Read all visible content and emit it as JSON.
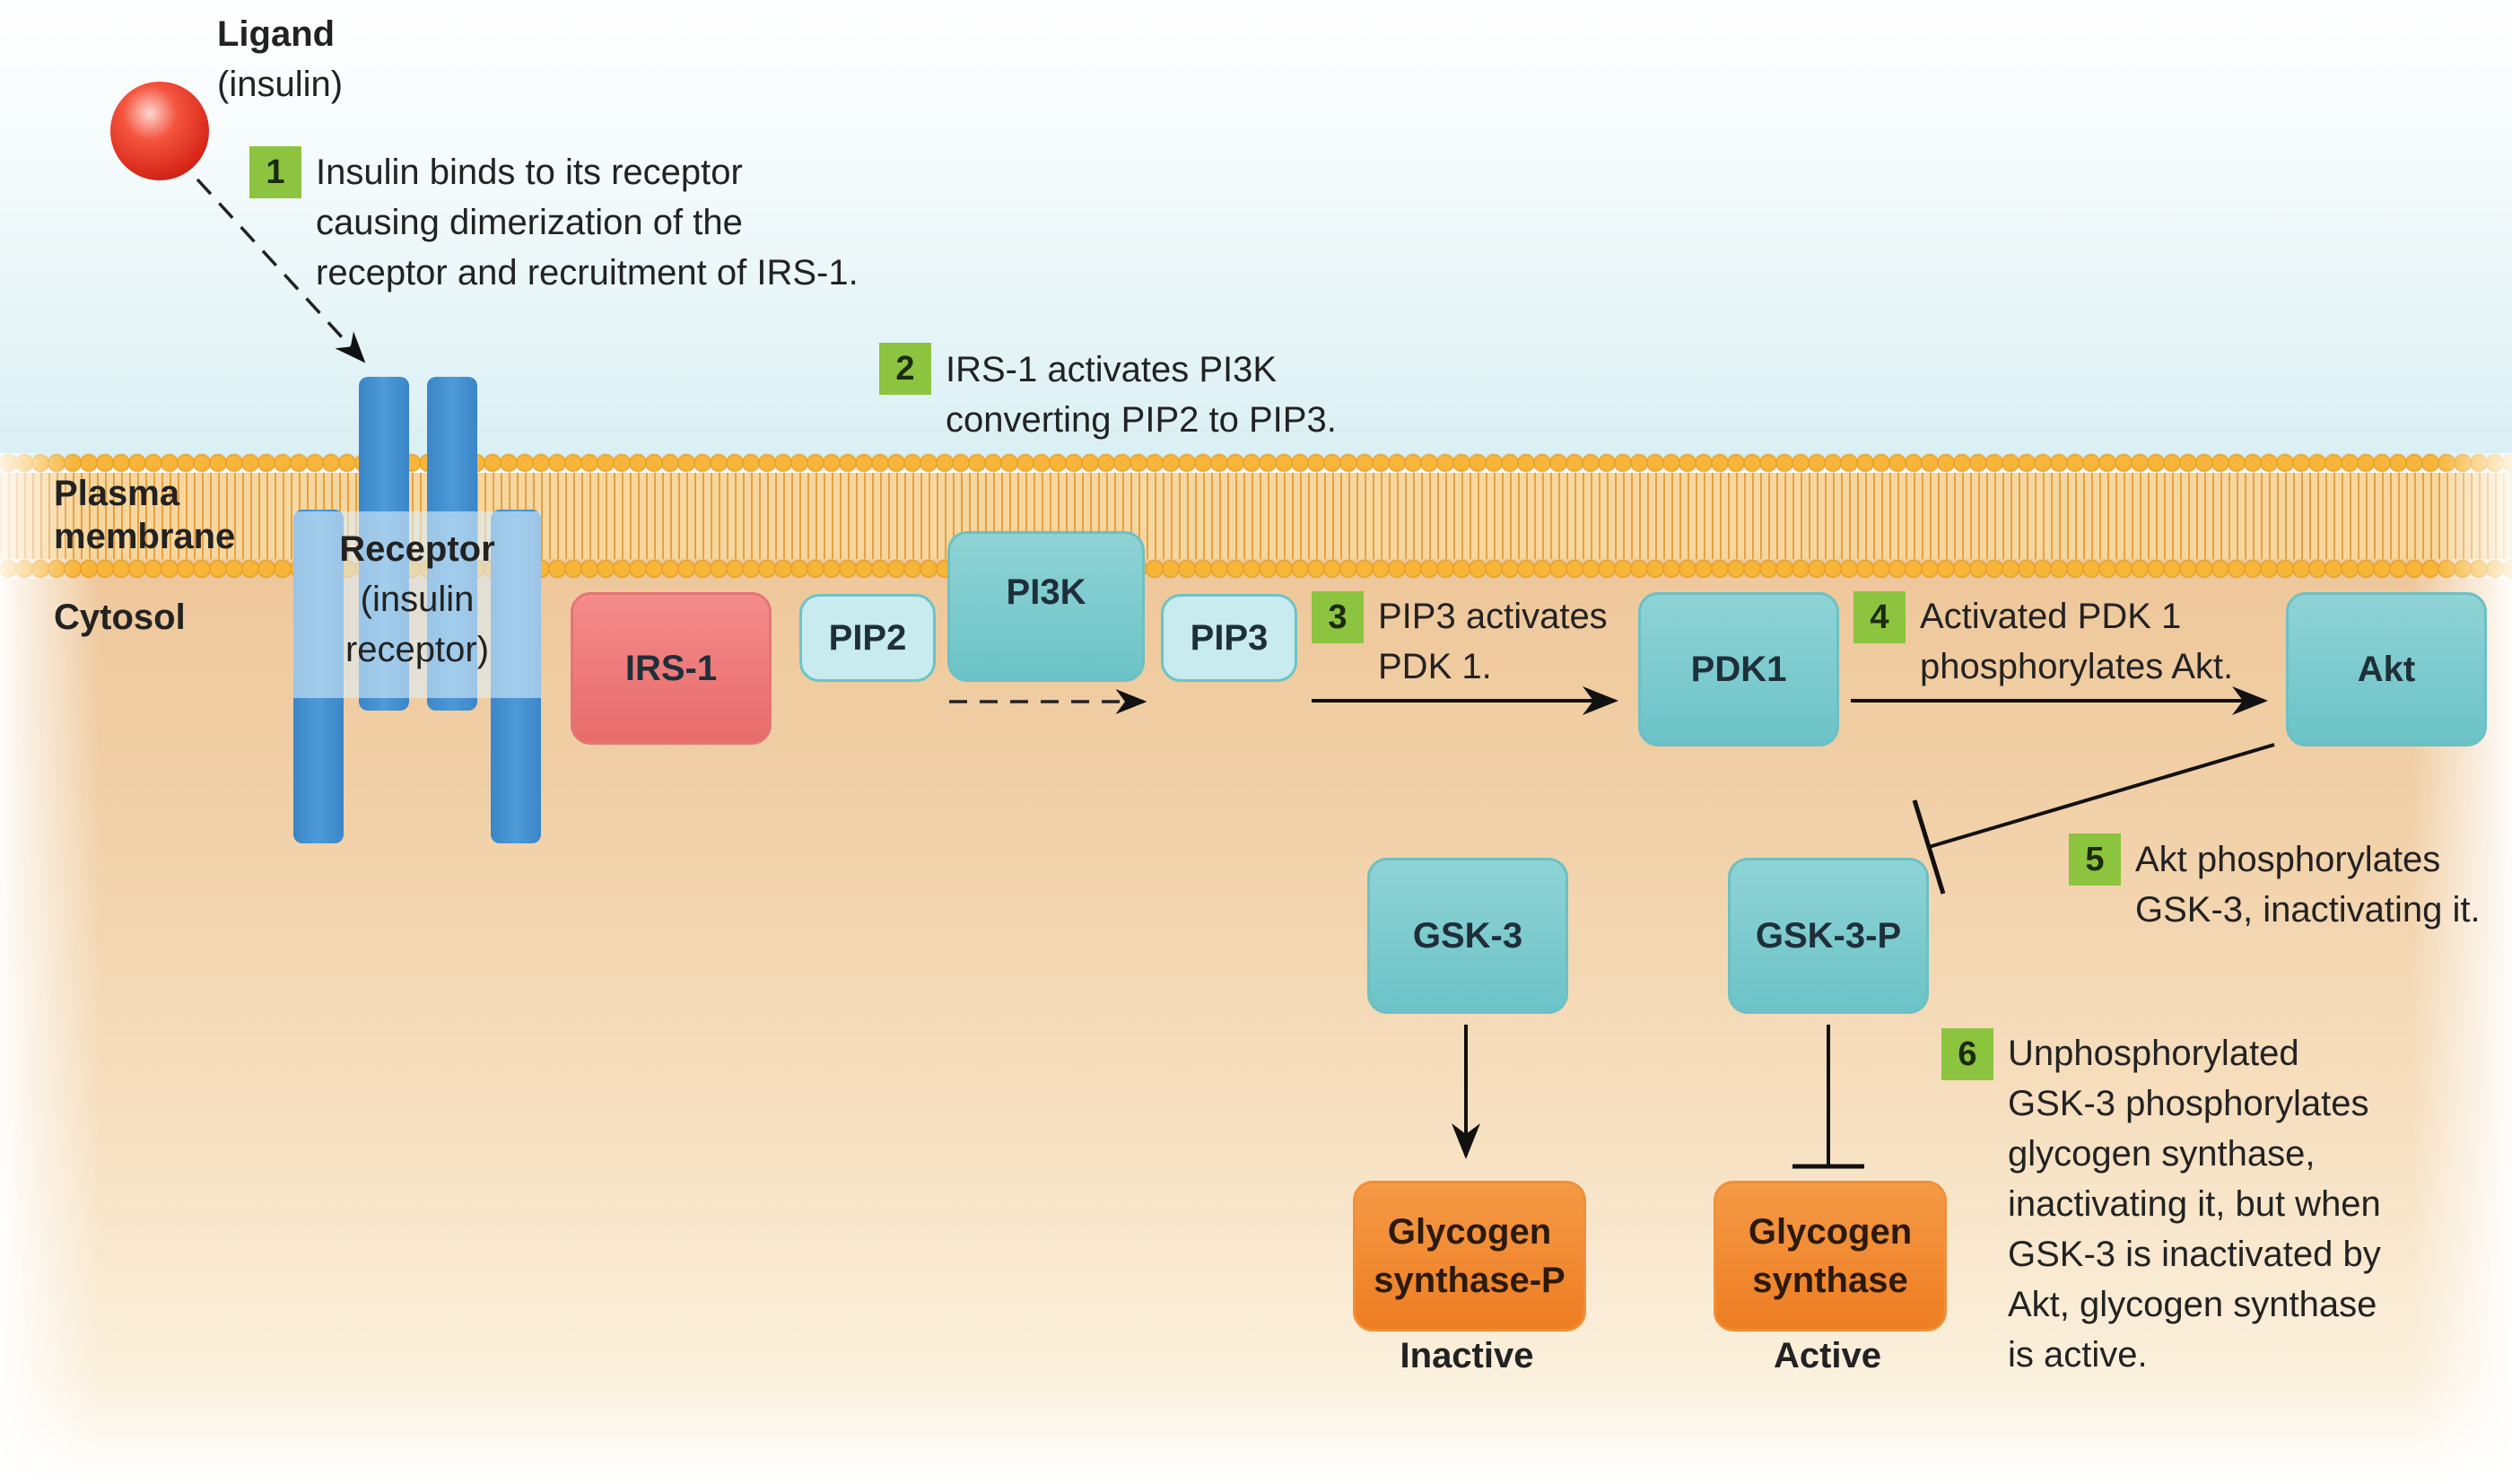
{
  "labels": {
    "ligand": "Ligand",
    "ligand_sub": "(insulin)",
    "plasma": "Plasma",
    "membrane": "membrane",
    "cytosol": "Cytosol",
    "receptor": "Receptor",
    "receptor_sub1": "(insulin",
    "receptor_sub2": "receptor)",
    "inactive": "Inactive",
    "active": "Active"
  },
  "boxes": {
    "irs1": "IRS-1",
    "pip2": "PIP2",
    "pi3k": "PI3K",
    "pip3": "PIP3",
    "pdk1": "PDK1",
    "akt": "Akt",
    "gsk3": "GSK-3",
    "gsk3p": "GSK-3-P",
    "gsp_line1": "Glycogen",
    "gsp_line2": "synthase-P",
    "gs_line1": "Glycogen",
    "gs_line2": "synthase"
  },
  "steps": [
    {
      "num": "1",
      "lines": [
        "Insulin binds to its receptor",
        "causing dimerization of the",
        "receptor and recruitment of IRS-1."
      ]
    },
    {
      "num": "2",
      "lines": [
        "IRS-1 activates PI3K",
        "converting PIP2 to PIP3."
      ]
    },
    {
      "num": "3",
      "lines": [
        "PIP3 activates",
        "PDK 1."
      ]
    },
    {
      "num": "4",
      "lines": [
        "Activated PDK 1",
        "phosphorylates Akt."
      ]
    },
    {
      "num": "5",
      "lines": [
        "Akt phosphorylates",
        "GSK-3, inactivating it."
      ]
    },
    {
      "num": "6",
      "lines": [
        "Unphosphorylated",
        "GSK-3 phosphorylates",
        "glycogen synthase,",
        "inactivating it, but when",
        "GSK-3 is inactivated by",
        "Akt, glycogen synthase",
        "is active."
      ]
    }
  ],
  "colors": {
    "receptor_blue": "#3a86c8",
    "badge_green": "#8cc43f",
    "teal": "#6cc3c7",
    "irs_red": "#e86b6b",
    "glycogen_orange": "#ee7d22"
  }
}
